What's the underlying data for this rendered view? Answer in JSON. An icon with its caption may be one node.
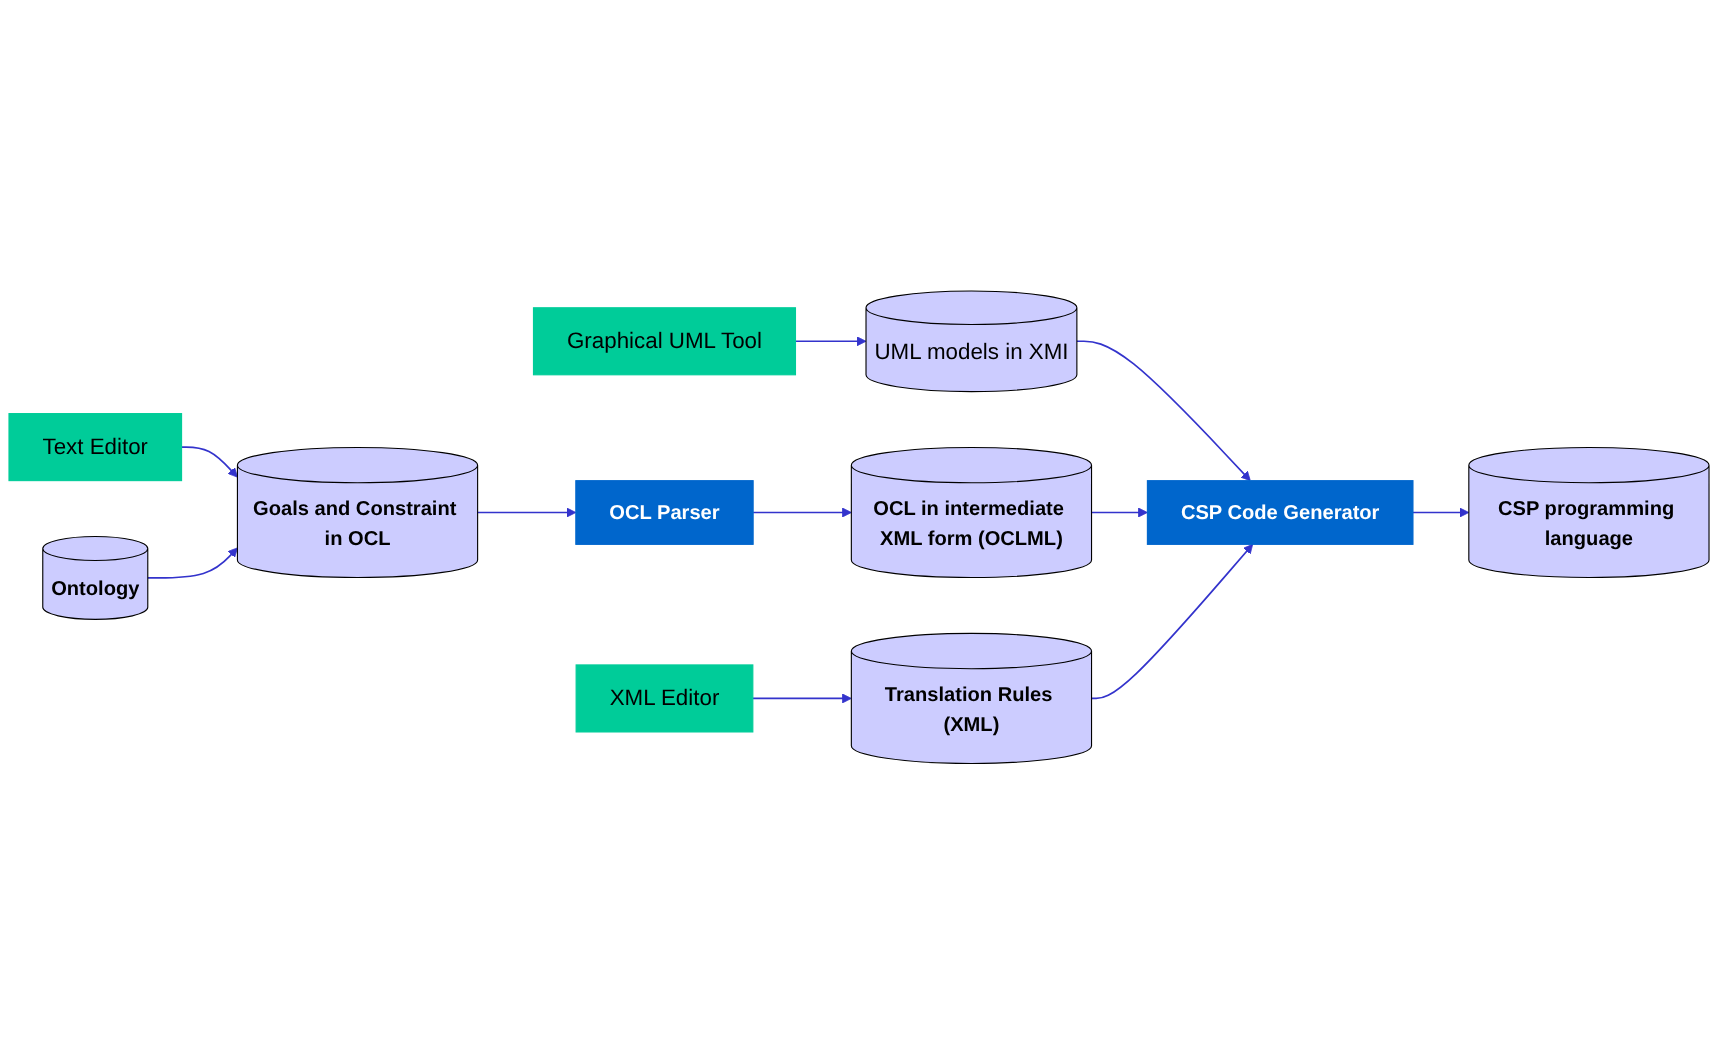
{
  "diagram": {
    "nodes": [
      {
        "text": [
          "Graphical UML Tool"
        ]
      },
      {
        "text": [
          "UML models in XMI"
        ]
      },
      {
        "text": [
          "Text Editor"
        ]
      },
      {
        "text": [
          "Goals and Constraint in OCL"
        ]
      },
      {
        "text": [
          "OCL Parser"
        ]
      },
      {
        "text": [
          "OCL in intermediate XML form (OCLML)"
        ]
      },
      {
        "text": [
          "CSP Code Generator"
        ]
      },
      {
        "text": [
          "CSP programming language"
        ]
      },
      {
        "text": [
          "Ontology"
        ]
      },
      {
        "text": [
          "Translation Rules (XML)"
        ]
      },
      {
        "text": [
          "XML Editor"
        ]
      }
    ],
    "edges": [
      {
        "from": 0,
        "to": 1,
        "arrow": "to"
      },
      {
        "from": 1,
        "to": 6,
        "arrow": "to"
      },
      {
        "from": 2,
        "to": 3,
        "arrow": "to"
      },
      {
        "from": 3,
        "to": 4,
        "arrow": "to"
      },
      {
        "from": 4,
        "to": 5,
        "arrow": "to"
      },
      {
        "from": 5,
        "to": 6,
        "arrow": "to"
      },
      {
        "from": 6,
        "to": 7,
        "arrow": "to"
      },
      {
        "from": 8,
        "to": 3,
        "arrow": "to"
      },
      {
        "from": 9,
        "to": 6,
        "arrow": "to"
      },
      {
        "from": 10,
        "to": 9,
        "arrow": "to"
      }
    ]
  }
}
